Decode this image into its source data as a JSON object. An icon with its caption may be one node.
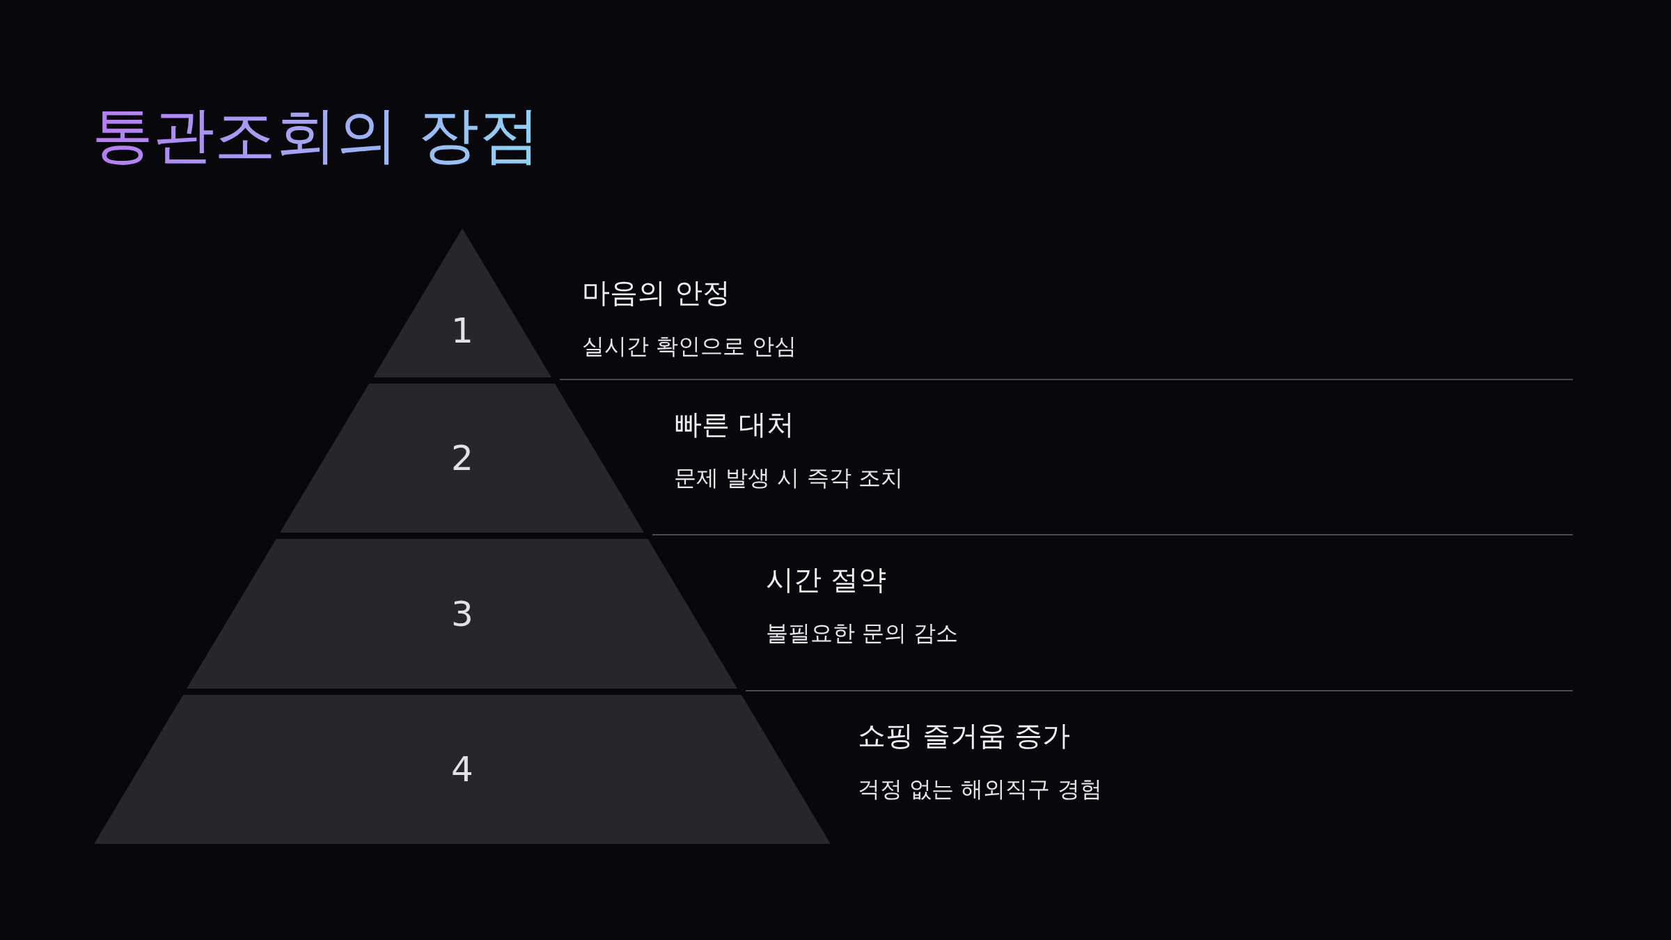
{
  "diagram": {
    "title": "통관조회의 장점",
    "nodes": [
      {
        "text": [
          "1"
        ],
        "beside": [
          "마음의 안정",
          "실시간 확인으로 안심"
        ]
      },
      {
        "text": [
          "2"
        ],
        "beside": [
          "빠른 대처",
          "문제 발생 시 즉각 조치"
        ]
      },
      {
        "text": [
          "3"
        ],
        "beside": [
          "시간 절약",
          "불필요한 문의 감소"
        ]
      },
      {
        "text": [
          "4"
        ],
        "beside": [
          "쇼핑 즐거움 증가",
          "걱정 없는 해외직구 경험"
        ]
      }
    ]
  }
}
